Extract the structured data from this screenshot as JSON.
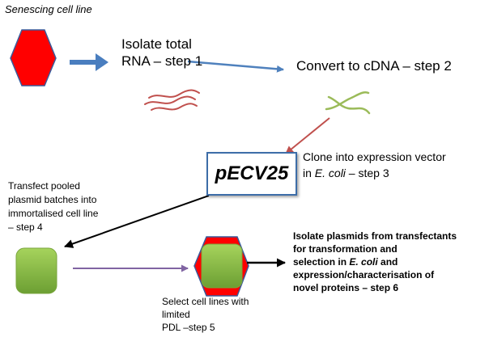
{
  "labels": {
    "senescing": "Senescing cell line",
    "isolate_line1": "Isolate total",
    "isolate_line2": "RNA – step 1",
    "convert": "Convert to cDNA – step 2",
    "clone_line1": "Clone into expression vector",
    "clone_line2_prefix": "in ",
    "clone_line2_italic": "E. coli",
    "clone_line2_suffix": " – step 3",
    "vector": "pECV25",
    "transfect_line1": "Transfect pooled",
    "transfect_line2": "plasmid batches into",
    "transfect_line3": " immortalised cell line",
    "transfect_line4": "– step 4",
    "select_line1": "Select cell lines with",
    "select_line2": "limited",
    "select_line3": "PDL –step 5",
    "plasmids_line1": "Isolate plasmids from transfectants",
    "plasmids_line2": "for transformation and",
    "plasmids_line3_prefix": "selection in ",
    "plasmids_line3_italic": "E. coli",
    "plasmids_line3_suffix": " and",
    "plasmids_line4": "expression/characterisation of",
    "plasmids_line5": "novel proteins – step 6"
  },
  "colors": {
    "senescent_cell": "#ff0000",
    "immortal_cell": "#8cc045",
    "rna_strands": "#c0504d",
    "cdna_strand": "#9bbb59",
    "step1_arrow": "#4a7ebf",
    "step2_arrow": "#4f81bd",
    "clone_arrow": "#c0504d",
    "transfect_arrow": "#000000",
    "select_arrow": "#8064a2",
    "result_arrow": "#000000",
    "vector_box_border": "#3d6da8"
  },
  "icons": [
    "senescent-cell-hexagon",
    "rna-strands",
    "cdna-double-helix",
    "immortal-cell",
    "mixed-cell"
  ]
}
